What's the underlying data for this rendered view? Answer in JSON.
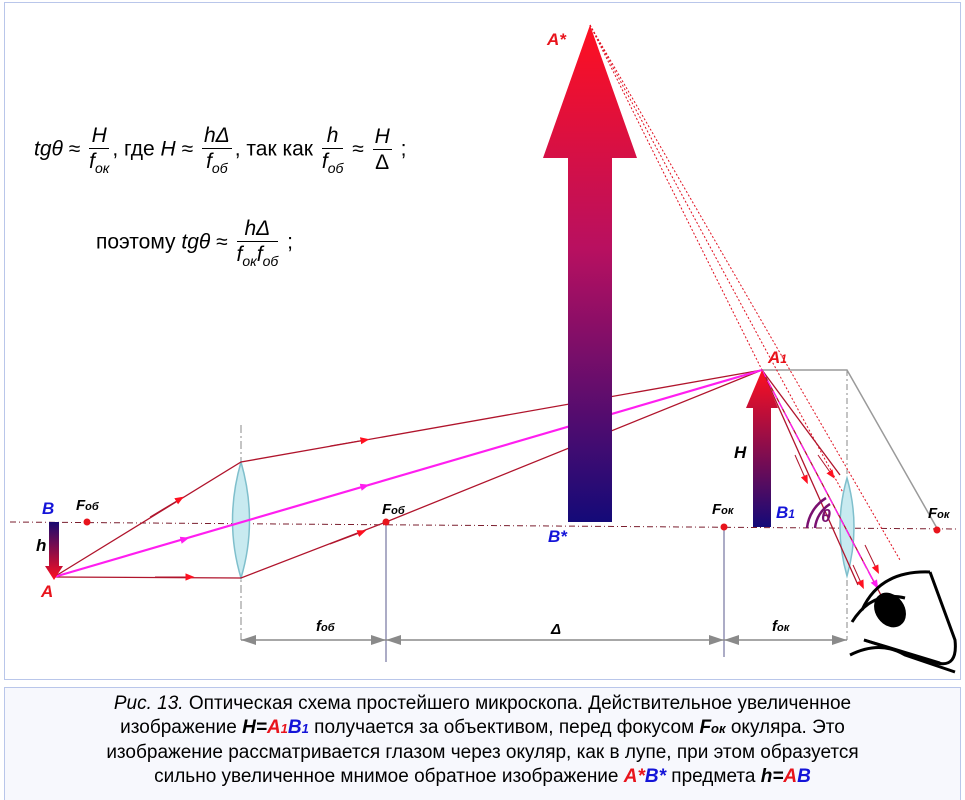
{
  "formulas": {
    "tg": "tgθ",
    "approx": "≈",
    "H": "H",
    "f_ok_base": "f",
    "f_ok_sub": "ок",
    "gde": ", где",
    "hDelta": "hΔ",
    "f_ob_base": "f",
    "f_ob_sub": "об",
    "tak_kak": ", так как",
    "h": "h",
    "Delta": "Δ",
    "semicolon": ";",
    "poetomu": "поэтому",
    "f_ok_f_ob_1": "f",
    "f_ok_f_ob_1_sub": "ок",
    "f_ok_f_ob_2": "f",
    "f_ok_f_ob_2_sub": "об"
  },
  "labels": {
    "A_star": "A*",
    "A1_base": "A",
    "A1_sub": "1",
    "B_star": "B*",
    "B1_base": "B",
    "B1_sub": "1",
    "B": "B",
    "A": "A",
    "h": "h",
    "H": "H",
    "theta": "θ",
    "F_ob_left_base": "F",
    "F_ob_left_sub": "об",
    "F_ob_right_base": "F",
    "F_ob_right_sub": "об",
    "F_ok_mid_base": "F",
    "F_ok_mid_sub": "ок",
    "F_ok_right_base": "F",
    "F_ok_right_sub": "ок",
    "dim_f_ob_base": "f",
    "dim_f_ob_sub": "об",
    "dim_delta": "Δ",
    "dim_f_ok_base": "f",
    "dim_f_ok_sub": "ок"
  },
  "caption": {
    "fig": "Рис. 13.",
    "t1": " Оптическая схема простейшего микроскопа. Действительное увеличенное",
    "t2": "изображение ",
    "H_eq": "H=",
    "A1": "A",
    "A1s": "1",
    "B1": "B",
    "B1s": "1",
    "t3": " получается за объективом, перед фокусом ",
    "F": "F",
    "Fs": "ок",
    "t4": " окуляра. Это",
    "t5": "изображение рассматривается глазом через окуляр, как в лупе, при этом образуется",
    "t6": "сильно увеличенное мнимое обратное изображение ",
    "Astar": "A*",
    "Bstar": "B*",
    "t7": " предмета ",
    "h_eq": "h=",
    "AB_A": "A",
    "AB_B": "B"
  },
  "colors": {
    "ray": "#b0142c",
    "magenta": "#ff1ef0",
    "axis": "#7a1e2e",
    "lens": "#9fd3de",
    "grey": "#9a9a9a",
    "red_label": "#e8141c",
    "blue_label": "#1414d8"
  }
}
